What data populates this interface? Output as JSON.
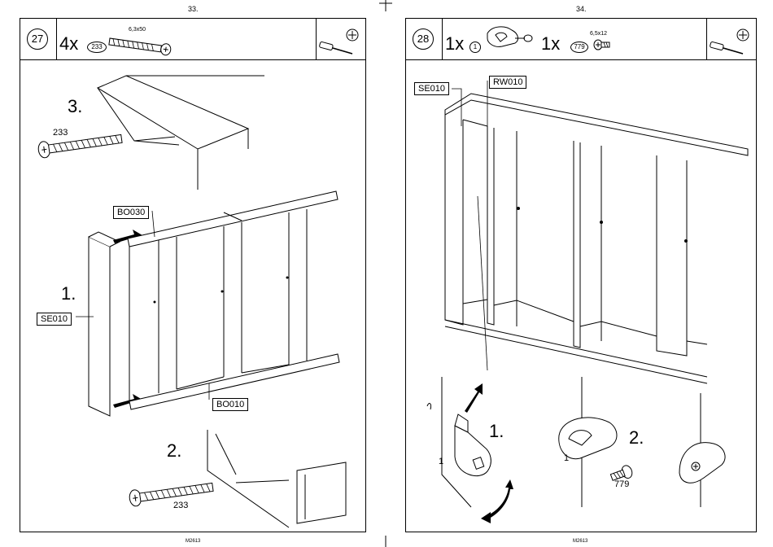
{
  "left_page": {
    "page_number": "33.",
    "footer_code": "M2613",
    "step_number": "27",
    "quantity": "4x",
    "part_number": "233",
    "part_size": "6,3x50",
    "tool_icons": [
      "screwdriver-icon",
      "phillips-bit-icon"
    ],
    "substeps": [
      "1.",
      "2.",
      "3."
    ],
    "labels": [
      "BO030",
      "SE010",
      "BO010"
    ],
    "screw_labels": [
      "233",
      "233"
    ]
  },
  "right_page": {
    "page_number": "34.",
    "footer_code": "M2613",
    "step_number": "28",
    "items": [
      {
        "quantity": "1x",
        "part_number": "1"
      },
      {
        "quantity": "1x",
        "part_number": "779",
        "part_size": "6,5x12"
      }
    ],
    "tool_icons": [
      "screwdriver-icon",
      "phillips-bit-icon"
    ],
    "substeps": [
      "1.",
      "2."
    ],
    "labels": [
      "SE010",
      "RW010"
    ],
    "detail_numbers": [
      "1",
      "1",
      "779"
    ]
  }
}
